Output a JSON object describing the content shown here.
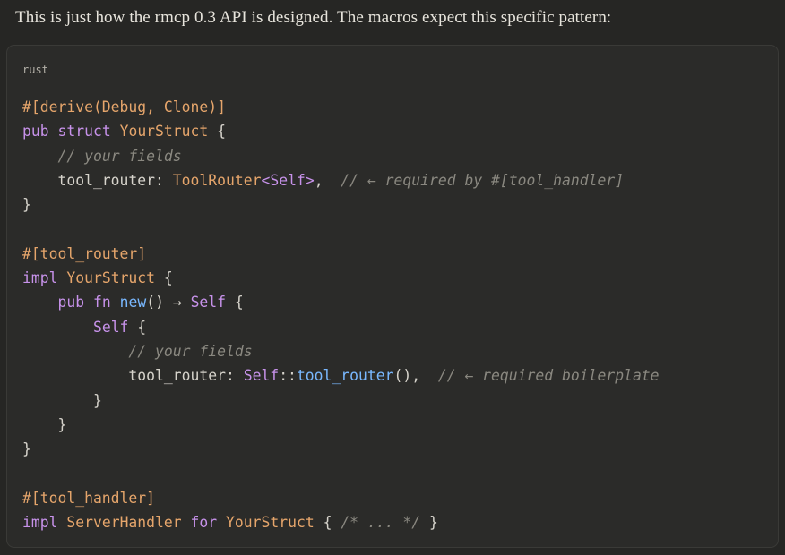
{
  "message": {
    "intro_text": "This is just how the rmcp 0.3 API is designed. The macros expect this specific pattern:"
  },
  "code_block": {
    "language": "rust",
    "lines": [
      [
        {
          "t": "#[derive(Debug, Clone)]",
          "c": "attr"
        }
      ],
      [
        {
          "t": "pub",
          "c": "kw"
        },
        {
          "t": " ",
          "c": "plain"
        },
        {
          "t": "struct",
          "c": "kw"
        },
        {
          "t": " ",
          "c": "plain"
        },
        {
          "t": "YourStruct",
          "c": "type"
        },
        {
          "t": " {",
          "c": "punc"
        }
      ],
      [
        {
          "t": "    ",
          "c": "plain"
        },
        {
          "t": "// your fields",
          "c": "cmt"
        }
      ],
      [
        {
          "t": "    tool_router: ",
          "c": "plain"
        },
        {
          "t": "ToolRouter",
          "c": "type"
        },
        {
          "t": "<",
          "c": "kw"
        },
        {
          "t": "Self",
          "c": "kw"
        },
        {
          "t": ">",
          "c": "kw"
        },
        {
          "t": ",  ",
          "c": "punc"
        },
        {
          "t": "// ← required by #[tool_handler]",
          "c": "cmt"
        }
      ],
      [
        {
          "t": "}",
          "c": "punc"
        }
      ],
      [
        {
          "t": "",
          "c": "plain"
        }
      ],
      [
        {
          "t": "#[tool_router]",
          "c": "attr"
        }
      ],
      [
        {
          "t": "impl",
          "c": "kw"
        },
        {
          "t": " ",
          "c": "plain"
        },
        {
          "t": "YourStruct",
          "c": "type"
        },
        {
          "t": " {",
          "c": "punc"
        }
      ],
      [
        {
          "t": "    ",
          "c": "plain"
        },
        {
          "t": "pub",
          "c": "kw"
        },
        {
          "t": " ",
          "c": "plain"
        },
        {
          "t": "fn",
          "c": "kw"
        },
        {
          "t": " ",
          "c": "plain"
        },
        {
          "t": "new",
          "c": "fn"
        },
        {
          "t": "() ",
          "c": "punc"
        },
        {
          "t": "→",
          "c": "punc"
        },
        {
          "t": " ",
          "c": "plain"
        },
        {
          "t": "Self",
          "c": "kw"
        },
        {
          "t": " {",
          "c": "punc"
        }
      ],
      [
        {
          "t": "        ",
          "c": "plain"
        },
        {
          "t": "Self",
          "c": "kw"
        },
        {
          "t": " {",
          "c": "punc"
        }
      ],
      [
        {
          "t": "            ",
          "c": "plain"
        },
        {
          "t": "// your fields",
          "c": "cmt"
        }
      ],
      [
        {
          "t": "            tool_router: ",
          "c": "plain"
        },
        {
          "t": "Self",
          "c": "kw"
        },
        {
          "t": "::",
          "c": "punc"
        },
        {
          "t": "tool_router",
          "c": "fn"
        },
        {
          "t": "(),  ",
          "c": "punc"
        },
        {
          "t": "// ← required boilerplate",
          "c": "cmt"
        }
      ],
      [
        {
          "t": "        }",
          "c": "punc"
        }
      ],
      [
        {
          "t": "    }",
          "c": "punc"
        }
      ],
      [
        {
          "t": "}",
          "c": "punc"
        }
      ],
      [
        {
          "t": "",
          "c": "plain"
        }
      ],
      [
        {
          "t": "#[tool_handler]",
          "c": "attr"
        }
      ],
      [
        {
          "t": "impl",
          "c": "kw"
        },
        {
          "t": " ",
          "c": "plain"
        },
        {
          "t": "ServerHandler",
          "c": "type"
        },
        {
          "t": " ",
          "c": "plain"
        },
        {
          "t": "for",
          "c": "kw"
        },
        {
          "t": " ",
          "c": "plain"
        },
        {
          "t": "YourStruct",
          "c": "type"
        },
        {
          "t": " { ",
          "c": "punc"
        },
        {
          "t": "/* ... */",
          "c": "cmt"
        },
        {
          "t": " }",
          "c": "punc"
        }
      ]
    ]
  },
  "colors": {
    "background": "#262624",
    "code_background": "#2b2b29",
    "attribute": "#e5a56b",
    "keyword": "#c792ea",
    "type": "#e5a56b",
    "function": "#79b8ff",
    "comment": "#8a8880",
    "text": "#d6d3cb"
  }
}
